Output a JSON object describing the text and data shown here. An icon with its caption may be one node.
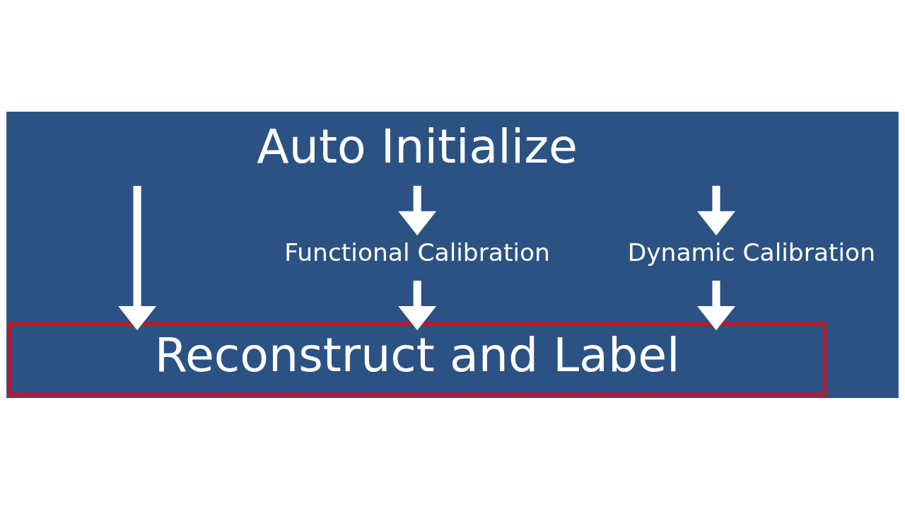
{
  "diagram": {
    "nodes": [
      {
        "text": [
          "Auto Initialize"
        ]
      },
      {
        "text": [
          "Functional Calibration"
        ]
      },
      {
        "text": [
          "Dynamic Calibration"
        ]
      },
      {
        "text": [
          "Reconstruct and Label"
        ]
      }
    ],
    "edges": [
      {
        "from": 0,
        "to": 3,
        "arrow": "to"
      },
      {
        "from": 0,
        "to": 1,
        "arrow": "to"
      },
      {
        "from": 0,
        "to": 2,
        "arrow": "to"
      },
      {
        "from": 1,
        "to": 3,
        "arrow": "to"
      },
      {
        "from": 2,
        "to": 3,
        "arrow": "to"
      }
    ]
  }
}
